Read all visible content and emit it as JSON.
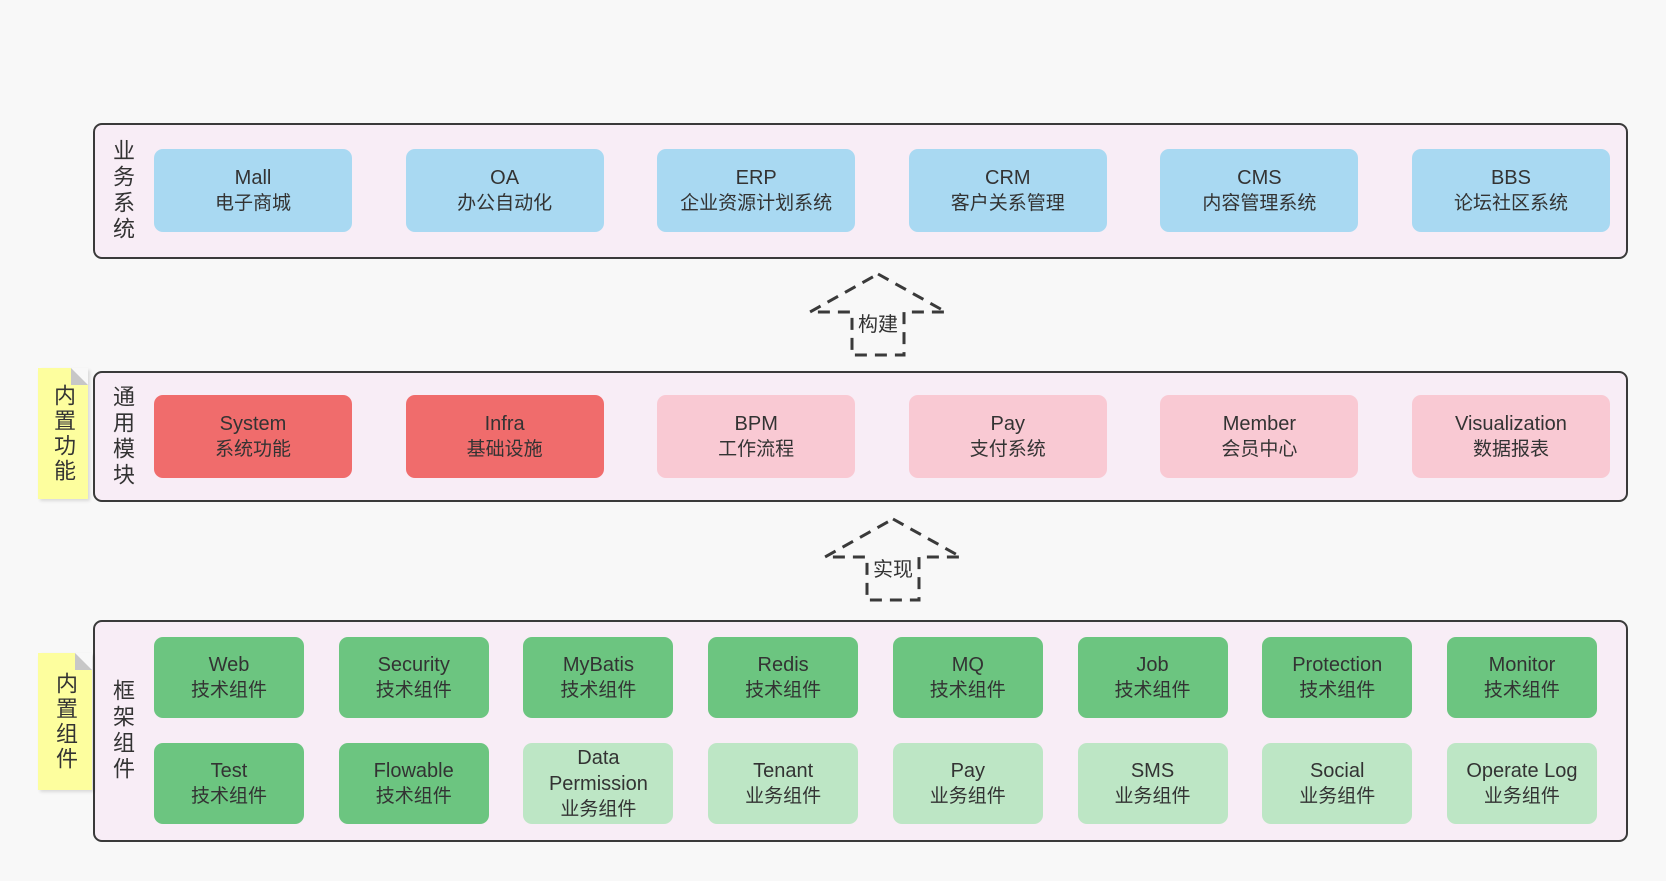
{
  "colors": {
    "page_bg": "#f8f8f8",
    "band_bg": "#f8edf6",
    "band_border": "#3a3a3a",
    "blue": "#a9d9f2",
    "red": "#f06c6c",
    "pink": "#f9c9d3",
    "green": "#6cc580",
    "light_green": "#bde6c5",
    "sticky_yellow": "#fdfe9e",
    "sticky_fold": "#c7c7c7",
    "text": "#333333"
  },
  "bands": [
    {
      "id": "business-systems",
      "label": "业务系统",
      "boxes": [
        {
          "title": "Mall",
          "subtitle": "电子商城",
          "tone": "blue"
        },
        {
          "title": "OA",
          "subtitle": "办公自动化",
          "tone": "blue"
        },
        {
          "title": "ERP",
          "subtitle": "企业资源计划系统",
          "tone": "blue"
        },
        {
          "title": "CRM",
          "subtitle": "客户关系管理",
          "tone": "blue"
        },
        {
          "title": "CMS",
          "subtitle": "内容管理系统",
          "tone": "blue"
        },
        {
          "title": "BBS",
          "subtitle": "论坛社区系统",
          "tone": "blue"
        }
      ]
    },
    {
      "id": "common-modules",
      "label": "通用模块",
      "sticky": "内置功能",
      "boxes": [
        {
          "title": "System",
          "subtitle": "系统功能",
          "tone": "red"
        },
        {
          "title": "Infra",
          "subtitle": "基础设施",
          "tone": "red"
        },
        {
          "title": "BPM",
          "subtitle": "工作流程",
          "tone": "pink"
        },
        {
          "title": "Pay",
          "subtitle": "支付系统",
          "tone": "pink"
        },
        {
          "title": "Member",
          "subtitle": "会员中心",
          "tone": "pink"
        },
        {
          "title": "Visualization",
          "subtitle": "数据报表",
          "tone": "pink"
        }
      ]
    },
    {
      "id": "framework-components",
      "label": "框架组件",
      "sticky": "内置组件",
      "rows": [
        [
          {
            "title": "Web",
            "subtitle": "技术组件",
            "tone": "green"
          },
          {
            "title": "Security",
            "subtitle": "技术组件",
            "tone": "green"
          },
          {
            "title": "MyBatis",
            "subtitle": "技术组件",
            "tone": "green"
          },
          {
            "title": "Redis",
            "subtitle": "技术组件",
            "tone": "green"
          },
          {
            "title": "MQ",
            "subtitle": "技术组件",
            "tone": "green"
          },
          {
            "title": "Job",
            "subtitle": "技术组件",
            "tone": "green"
          },
          {
            "title": "Protection",
            "subtitle": "技术组件",
            "tone": "green"
          },
          {
            "title": "Monitor",
            "subtitle": "技术组件",
            "tone": "green"
          }
        ],
        [
          {
            "title": "Test",
            "subtitle": "技术组件",
            "tone": "green"
          },
          {
            "title": "Flowable",
            "subtitle": "技术组件",
            "tone": "green"
          },
          {
            "title": "Data Permission",
            "subtitle": "业务组件",
            "tone": "lightgreen"
          },
          {
            "title": "Tenant",
            "subtitle": "业务组件",
            "tone": "lightgreen"
          },
          {
            "title": "Pay",
            "subtitle": "业务组件",
            "tone": "lightgreen"
          },
          {
            "title": "SMS",
            "subtitle": "业务组件",
            "tone": "lightgreen"
          },
          {
            "title": "Social",
            "subtitle": "业务组件",
            "tone": "lightgreen"
          },
          {
            "title": "Operate Log",
            "subtitle": "业务组件",
            "tone": "lightgreen"
          }
        ]
      ]
    }
  ],
  "arrows": [
    {
      "label": "构建"
    },
    {
      "label": "实现"
    }
  ]
}
